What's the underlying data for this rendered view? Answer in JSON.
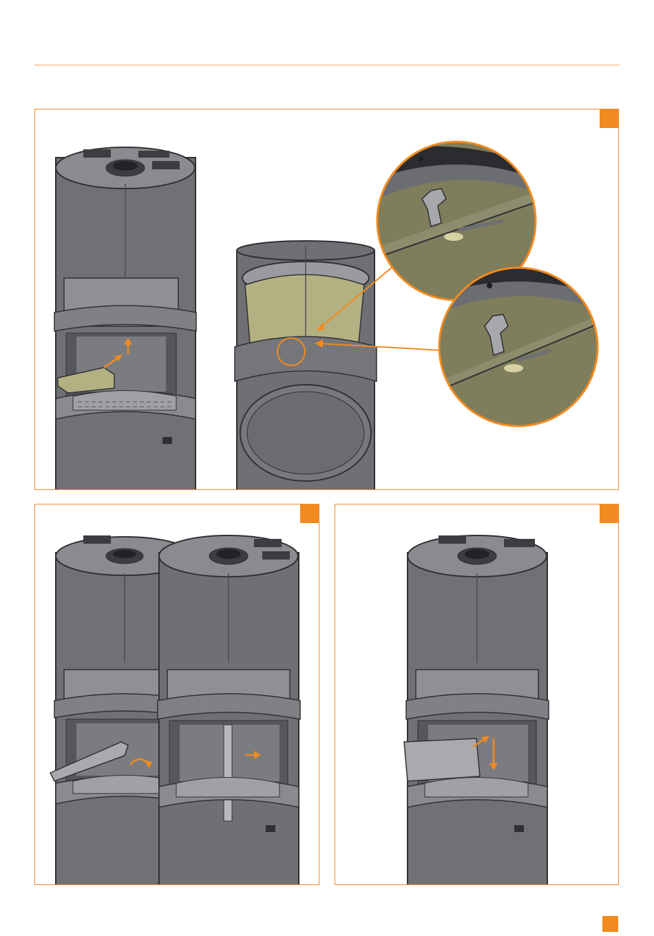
{
  "colors": {
    "accent": "#f18a1f",
    "stove_body": "#6f7074",
    "stove_dark": "#3c3d41",
    "liner": "#b3b182",
    "detail_bg": "#7e7d5c"
  },
  "figures": [
    {
      "id": "step-1",
      "subject": "stove-liner-removal-with-detail-views"
    },
    {
      "id": "step-2",
      "subject": "stove-deflector-removal"
    },
    {
      "id": "step-3",
      "subject": "stove-back-plate-removal"
    }
  ]
}
